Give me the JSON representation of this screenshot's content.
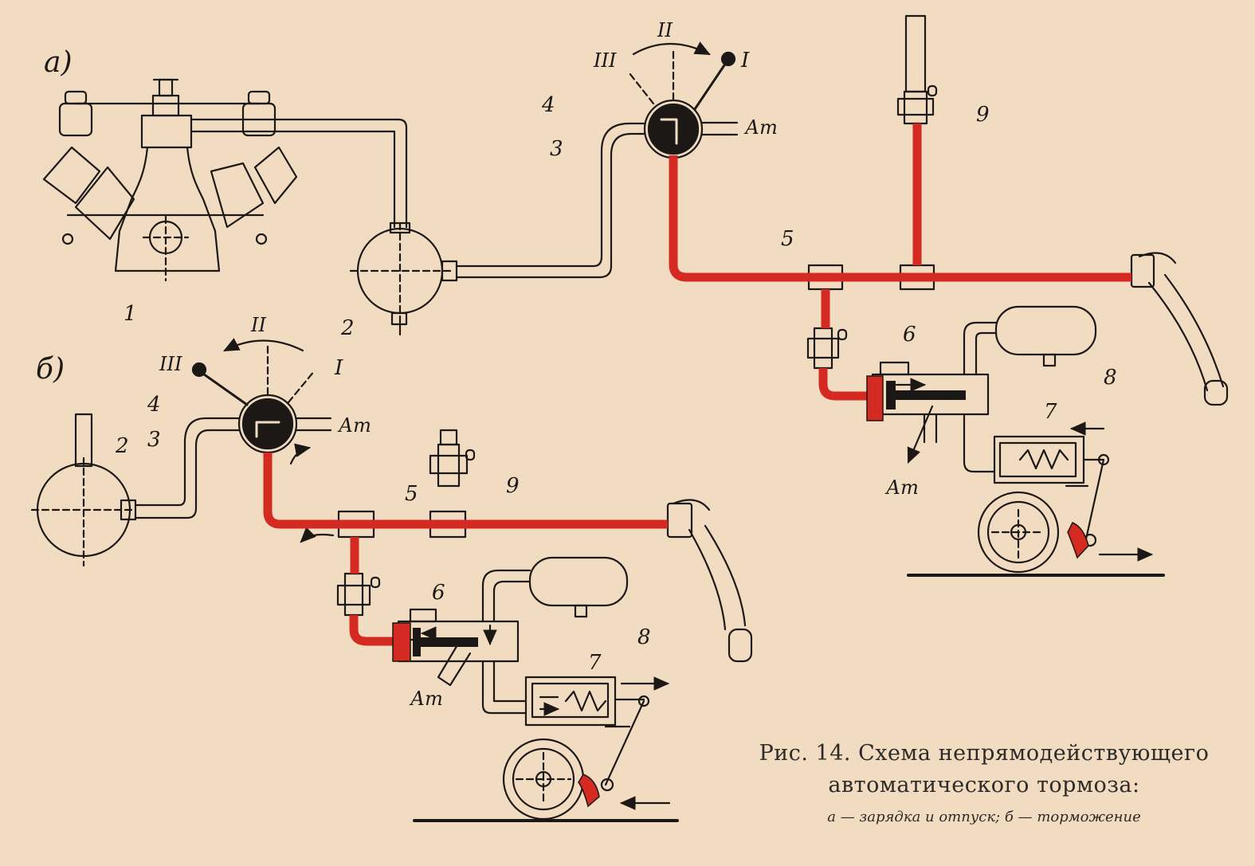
{
  "panel_a": {
    "letter": "а)",
    "labels": {
      "n1": "1",
      "n2": "2",
      "n3": "3",
      "n4": "4",
      "n5": "5",
      "n6": "6",
      "n7": "7",
      "n8": "8",
      "n9": "9"
    },
    "positions": {
      "I": "I",
      "II": "II",
      "III": "III"
    },
    "atm": {
      "crane": "Ат",
      "valve": "Ат"
    }
  },
  "panel_b": {
    "letter": "б)",
    "labels": {
      "n2": "2",
      "n3": "3",
      "n4": "4",
      "n5": "5",
      "n6": "6",
      "n7": "7",
      "n8": "8",
      "n9": "9"
    },
    "positions": {
      "I": "I",
      "II": "II",
      "III": "III"
    },
    "atm": {
      "crane": "Ат",
      "valve": "Ат"
    }
  },
  "caption": {
    "line1": "Рис. 14. Схема непрямодействующего",
    "line2": "автоматического тормоза:",
    "line3": "а — зарядка и отпуск; б — торможение"
  },
  "colors": {
    "brake_line": "#d42a22",
    "ink": "#1c1815",
    "paper": "#f1dcc2"
  }
}
